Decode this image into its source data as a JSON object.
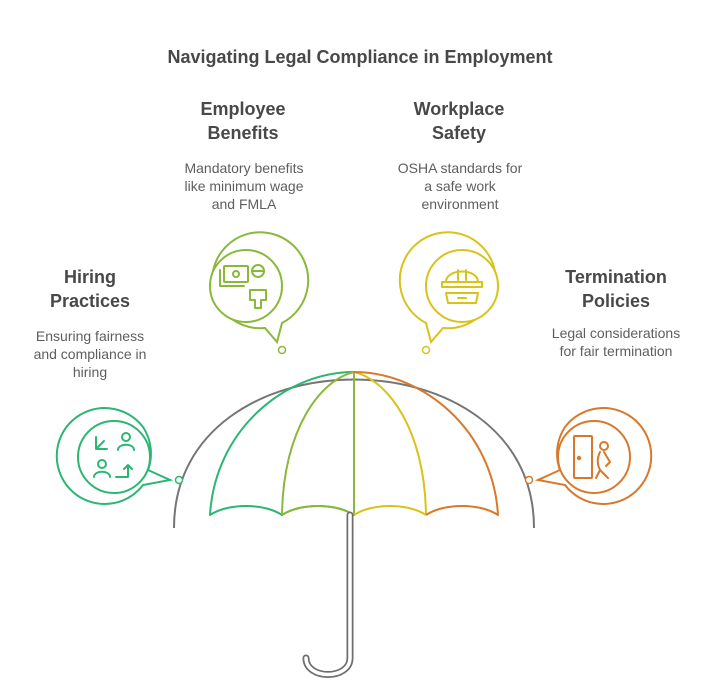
{
  "title": "Navigating Legal Compliance in Employment",
  "sections": {
    "hiring": {
      "heading_line1": "Hiring",
      "heading_line2": "Practices",
      "desc_line1": "Ensuring fairness",
      "desc_line2": "and compliance in",
      "desc_line3": "hiring",
      "color": "#2bb673",
      "icon": "people-exchange-icon"
    },
    "benefits": {
      "heading_line1": "Employee",
      "heading_line2": "Benefits",
      "desc_line1": "Mandatory benefits",
      "desc_line2": "like minimum wage",
      "desc_line3": "and FMLA",
      "color": "#8ab83a",
      "icon": "money-person-icon"
    },
    "safety": {
      "heading_line1": "Workplace",
      "heading_line2": "Safety",
      "desc_line1": "OSHA standards for",
      "desc_line2": "a safe work",
      "desc_line3": "environment",
      "color": "#d9c21a",
      "icon": "hard-hat-icon"
    },
    "termination": {
      "heading_line1": "Termination",
      "heading_line2": "Policies",
      "desc_line1": "Legal considerations",
      "desc_line2": "for fair termination",
      "color": "#d9782a",
      "icon": "exit-door-icon"
    }
  }
}
